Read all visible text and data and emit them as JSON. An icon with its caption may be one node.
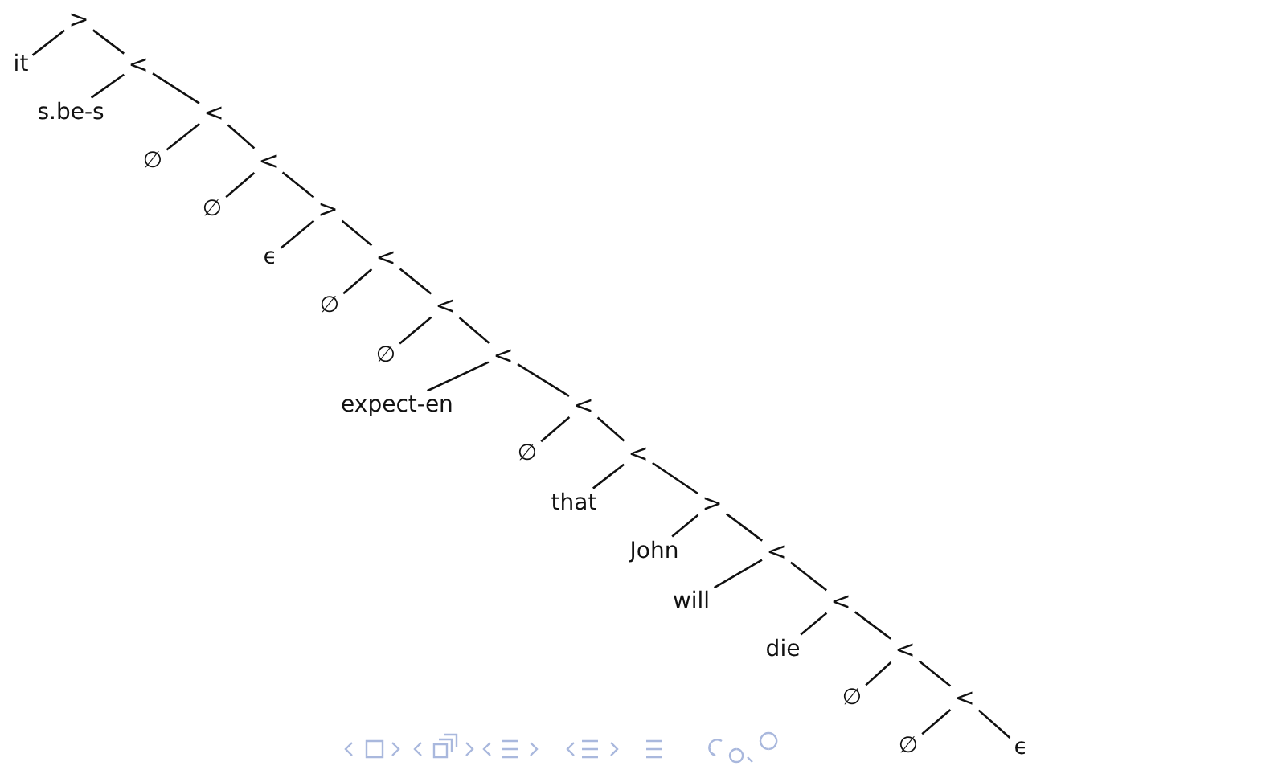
{
  "diagram": {
    "nodes": [
      {
        "text": [
          ">"
        ]
      },
      {
        "text": [
          "it"
        ]
      },
      {
        "text": [
          "<"
        ]
      },
      {
        "text": [
          "s.be-s"
        ]
      },
      {
        "text": [
          "<"
        ]
      },
      {
        "text": [
          "∅"
        ]
      },
      {
        "text": [
          "<"
        ]
      },
      {
        "text": [
          "∅"
        ]
      },
      {
        "text": [
          ">"
        ]
      },
      {
        "text": [
          "ϵ"
        ]
      },
      {
        "text": [
          "<"
        ]
      },
      {
        "text": [
          "∅"
        ]
      },
      {
        "text": [
          "<"
        ]
      },
      {
        "text": [
          "∅"
        ]
      },
      {
        "text": [
          "<"
        ]
      },
      {
        "text": [
          "expect-en"
        ]
      },
      {
        "text": [
          "<"
        ]
      },
      {
        "text": [
          "∅"
        ]
      },
      {
        "text": [
          "<"
        ]
      },
      {
        "text": [
          "that"
        ]
      },
      {
        "text": [
          ">"
        ]
      },
      {
        "text": [
          "John"
        ]
      },
      {
        "text": [
          "<"
        ]
      },
      {
        "text": [
          "will"
        ]
      },
      {
        "text": [
          "<"
        ]
      },
      {
        "text": [
          "die"
        ]
      },
      {
        "text": [
          "<"
        ]
      },
      {
        "text": [
          "∅"
        ]
      },
      {
        "text": [
          "<"
        ]
      },
      {
        "text": [
          "∅"
        ]
      },
      {
        "text": [
          "ϵ"
        ]
      }
    ],
    "edges": [
      {
        "from": 0,
        "to": 1,
        "arrow": "none"
      },
      {
        "from": 0,
        "to": 2,
        "arrow": "none"
      },
      {
        "from": 2,
        "to": 3,
        "arrow": "none"
      },
      {
        "from": 2,
        "to": 4,
        "arrow": "none"
      },
      {
        "from": 4,
        "to": 5,
        "arrow": "none"
      },
      {
        "from": 4,
        "to": 6,
        "arrow": "none"
      },
      {
        "from": 6,
        "to": 7,
        "arrow": "none"
      },
      {
        "from": 6,
        "to": 8,
        "arrow": "none"
      },
      {
        "from": 8,
        "to": 9,
        "arrow": "none"
      },
      {
        "from": 8,
        "to": 10,
        "arrow": "none"
      },
      {
        "from": 10,
        "to": 11,
        "arrow": "none"
      },
      {
        "from": 10,
        "to": 12,
        "arrow": "none"
      },
      {
        "from": 12,
        "to": 13,
        "arrow": "none"
      },
      {
        "from": 12,
        "to": 14,
        "arrow": "none"
      },
      {
        "from": 14,
        "to": 15,
        "arrow": "none"
      },
      {
        "from": 14,
        "to": 16,
        "arrow": "none"
      },
      {
        "from": 16,
        "to": 17,
        "arrow": "none"
      },
      {
        "from": 16,
        "to": 18,
        "arrow": "none"
      },
      {
        "from": 18,
        "to": 19,
        "arrow": "none"
      },
      {
        "from": 18,
        "to": 20,
        "arrow": "none"
      },
      {
        "from": 20,
        "to": 21,
        "arrow": "none"
      },
      {
        "from": 20,
        "to": 22,
        "arrow": "none"
      },
      {
        "from": 22,
        "to": 23,
        "arrow": "none"
      },
      {
        "from": 22,
        "to": 24,
        "arrow": "none"
      },
      {
        "from": 24,
        "to": 25,
        "arrow": "none"
      },
      {
        "from": 24,
        "to": 26,
        "arrow": "none"
      },
      {
        "from": 26,
        "to": 27,
        "arrow": "none"
      },
      {
        "from": 26,
        "to": 28,
        "arrow": "none"
      },
      {
        "from": 28,
        "to": 29,
        "arrow": "none"
      },
      {
        "from": 28,
        "to": 30,
        "arrow": "none"
      }
    ]
  }
}
